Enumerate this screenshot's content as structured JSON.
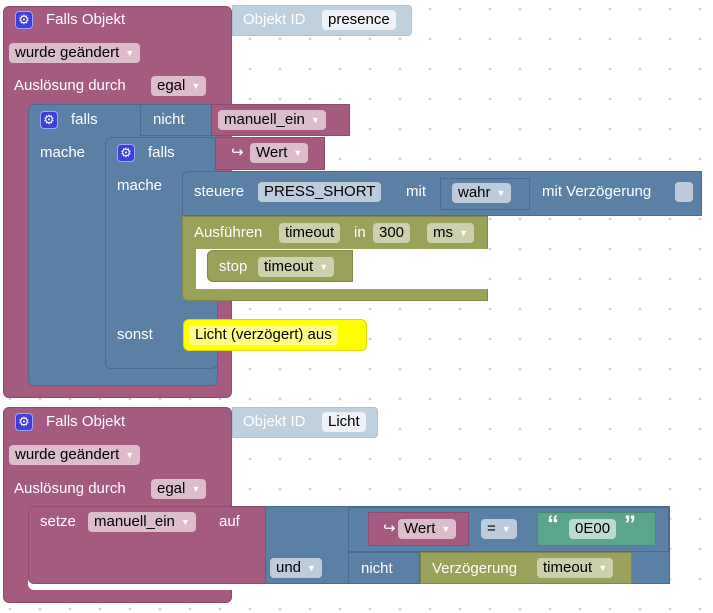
{
  "workspace": {
    "type": "blockly-script-editor"
  },
  "colors": {
    "event": "#a55b80",
    "control": "#5b80a5",
    "timer": "#99a15b",
    "comment": "#ffff00",
    "text": "#5ba58c",
    "object_id": "#bfd0de"
  },
  "block1": {
    "icon": "gear-icon",
    "title": "Falls Objekt",
    "object_id_label": "Objekt ID",
    "object_id_value": "presence",
    "trigger_option": "wurde geändert",
    "ack_label": "Auslösung durch",
    "ack_option": "egal",
    "if1": {
      "icon": "gear-icon",
      "falls": "falls",
      "mache": "mache",
      "not_label": "nicht",
      "var": "manuell_ein",
      "if2": {
        "icon": "gear-icon",
        "falls": "falls",
        "mache": "mache",
        "sonst": "sonst",
        "value_arrow": "↪",
        "value_option": "Wert",
        "control": {
          "label": "steuere",
          "state": "PRESS_SHORT",
          "with_label": "mit",
          "value_option": "wahr",
          "delay_label": "mit Verzögerung",
          "delay_checked": false
        },
        "timeout": {
          "label": "Ausführen",
          "name": "timeout",
          "in_label": "in",
          "value": "300",
          "unit": "ms",
          "stop_label": "stop",
          "stop_name": "timeout"
        },
        "comment": "Licht (verzögert) aus"
      }
    }
  },
  "block2": {
    "icon": "gear-icon",
    "title": "Falls Objekt",
    "object_id_label": "Objekt ID",
    "object_id_value": "Licht",
    "trigger_option": "wurde geändert",
    "ack_label": "Auslösung durch",
    "ack_option": "egal",
    "set": {
      "label": "setze",
      "var": "manuell_ein",
      "to_label": "auf",
      "logic_op": "und",
      "value_arrow": "↪",
      "value_option": "Wert",
      "compare_op": "=",
      "quote_open": "“",
      "text_value": "0E00",
      "quote_close": "”",
      "not_label": "nicht",
      "delay_label": "Verzögerung",
      "delay_name": "timeout"
    }
  }
}
